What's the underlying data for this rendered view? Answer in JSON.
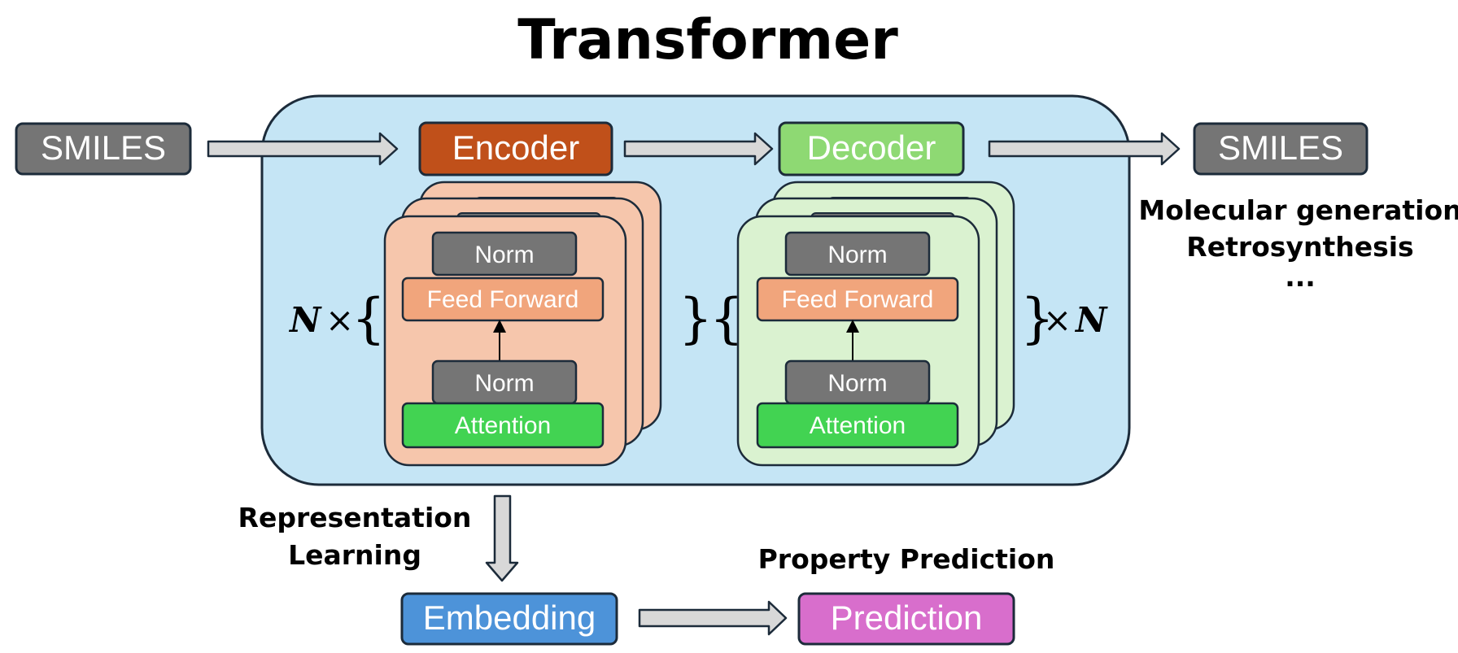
{
  "title": "Transformer",
  "input_label": "SMILES",
  "output_label": "SMILES",
  "encoder": {
    "label": "Encoder",
    "norm_top": "Norm",
    "feed_forward": "Feed Forward",
    "norm_bottom": "Norm",
    "attention": "Attention",
    "repeat_prefix": "N",
    "repeat_times": "×"
  },
  "decoder": {
    "label": "Decoder",
    "norm_top": "Norm",
    "feed_forward": "Feed Forward",
    "norm_bottom": "Norm",
    "attention": "Attention",
    "repeat_times": "×",
    "repeat_suffix": "N"
  },
  "applications": {
    "line1": "Molecular generation",
    "line2": "Retrosynthesis",
    "line3": "..."
  },
  "representation": {
    "line1": "Representation",
    "line2": "Learning"
  },
  "embedding_label": "Embedding",
  "property_prediction_label": "Property Prediction",
  "prediction_label": "Prediction",
  "colors": {
    "container": "#c5e5f5",
    "gray_box": "#757575",
    "encoder": "#c0501a",
    "decoder": "#8ed973",
    "encoder_layer": "#f6c6ac",
    "decoder_layer": "#daf2d0",
    "feed_forward": "#f1a57c",
    "attention": "#42d352",
    "embedding": "#4d93d9",
    "prediction": "#d86ecc",
    "arrow_fill": "#d8d8d8",
    "stroke": "#1c2b3a"
  }
}
